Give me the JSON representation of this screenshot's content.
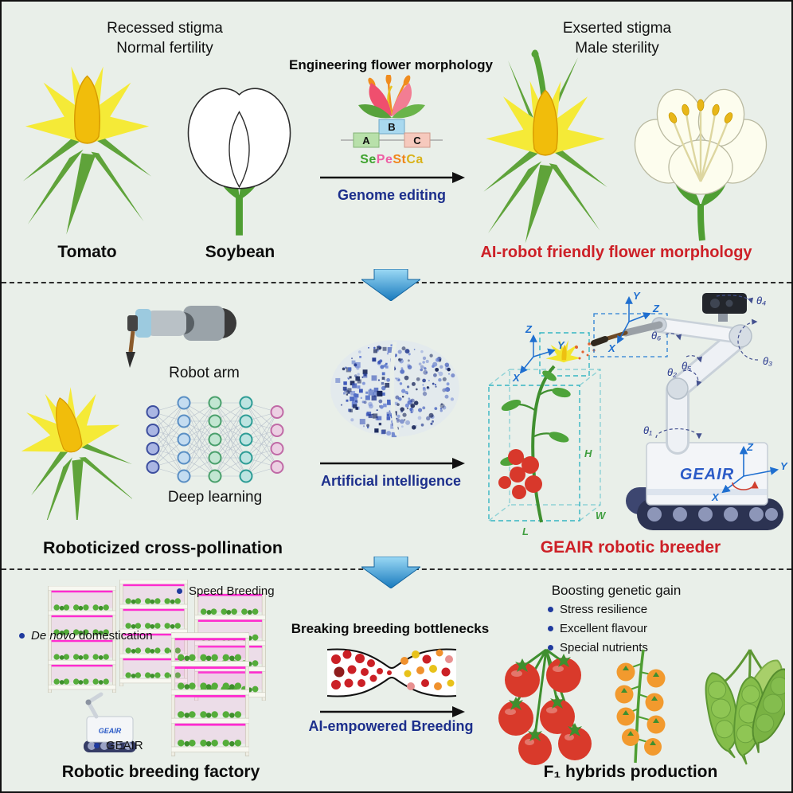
{
  "colors": {
    "background": "#e9efe9",
    "accent_red": "#cd2027",
    "accent_navy": "#1c2f8c",
    "arrow_blue": "#2496d3",
    "led_magenta": "#ff2bd0",
    "tomato_red": "#d8382b",
    "flower_yellow": "#f5ea37"
  },
  "top": {
    "left_caption_line1": "Recessed stigma",
    "left_caption_line2": "Normal fertility",
    "center_title": "Engineering flower morphology",
    "right_caption_line1": "Exserted stigma",
    "right_caption_line2": "Male sterility",
    "gene_box_a": "A",
    "gene_box_b": "B",
    "gene_box_c": "C",
    "gene_se": "Se",
    "gene_pe": "Pe",
    "gene_st": "St",
    "gene_ca": "Ca",
    "genome_editing_label": "Genome editing",
    "tomato_label": "Tomato",
    "soybean_label": "Soybean",
    "result_caption": "AI-robot friendly flower morphology"
  },
  "middle": {
    "robot_arm_label": "Robot arm",
    "deep_learning_label": "Deep learning",
    "ai_label": "Artificial intelligence",
    "left_title": "Roboticized cross-pollination",
    "right_title": "GEAIR robotic breeder",
    "geair_logo": "GEAIR",
    "thetas": [
      "θ₁",
      "θ₂",
      "θ₃",
      "θ₄",
      "θ₅",
      "θ₆"
    ],
    "axis": {
      "x": "X",
      "y": "Y",
      "z": "Z"
    },
    "dims": {
      "l": "L",
      "w": "W",
      "h": "H"
    }
  },
  "bottom": {
    "factory_bullets": {
      "speed": "Speed Breeding",
      "denovo_italic": "De novo",
      "denovo_rest": " domestication",
      "geair": "GEAIR"
    },
    "factory_title": "Robotic breeding factory",
    "center_title": "Breaking breeding bottlenecks",
    "ai_breeding_label": "AI-empowered Breeding",
    "gain_title": "Boosting genetic gain",
    "gain_bullets": [
      "Stress resilience",
      "Excellent flavour",
      "Special nutrients"
    ],
    "f1_title": "F₁ hybrids production"
  }
}
